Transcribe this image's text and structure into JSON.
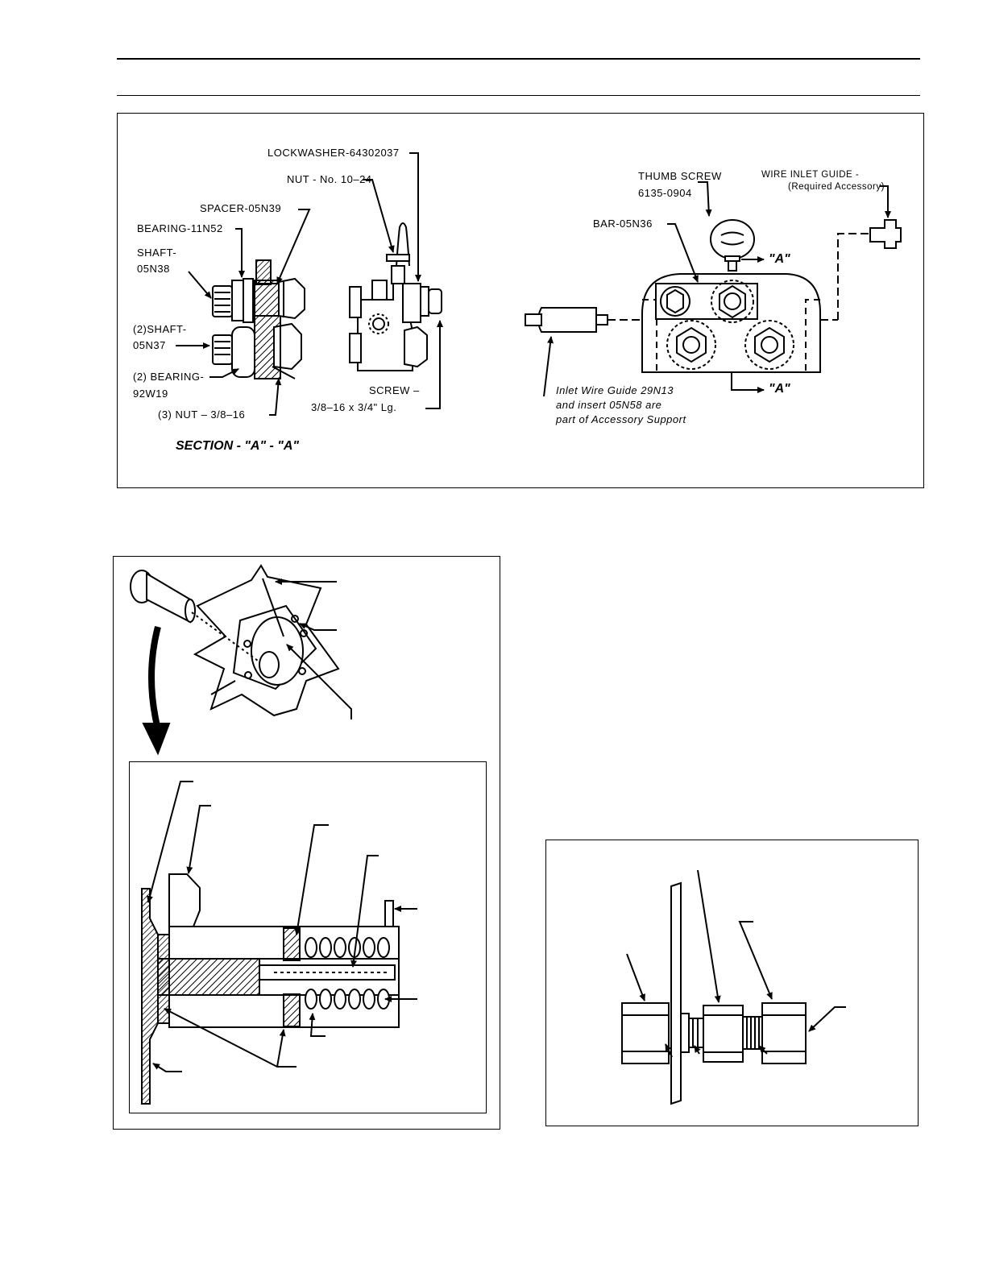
{
  "figure_top": {
    "labels": {
      "lockwasher": "LOCKWASHER-64302037",
      "nut_10_24": "NUT - No. 10–24",
      "spacer": "SPACER-05N39",
      "bearing_11n52": "BEARING-11N52",
      "shaft_line1": "SHAFT-",
      "shaft_line2": "05N38",
      "shaft2_line1": "(2)SHAFT-",
      "shaft2_line2": "05N37",
      "bearing2_line1": "(2) BEARING-",
      "bearing2_line2": "92W19",
      "nut_3_8_16": "(3) NUT – 3/8–16",
      "screw_line1": "SCREW –",
      "screw_line2": "3/8–16 x 3/4\" Lg.",
      "section": "SECTION - \"A\" - \"A\"",
      "thumb_screw_line1": "THUMB SCREW",
      "thumb_screw_line2": "6135-0904",
      "wire_inlet_line1": "WIRE INLET GUIDE -",
      "wire_inlet_line2": "(Required Accessory)",
      "bar": "BAR-05N36",
      "arrow_a_top": "\"A\"",
      "arrow_a_bottom": "\"A\"",
      "inlet_line1": "Inlet Wire Guide 29N13",
      "inlet_line2": "and insert 05N58 are",
      "inlet_line3": "part of Accessory Support"
    }
  },
  "figure_left": {
    "labels": []
  },
  "figure_right": {
    "labels": []
  }
}
